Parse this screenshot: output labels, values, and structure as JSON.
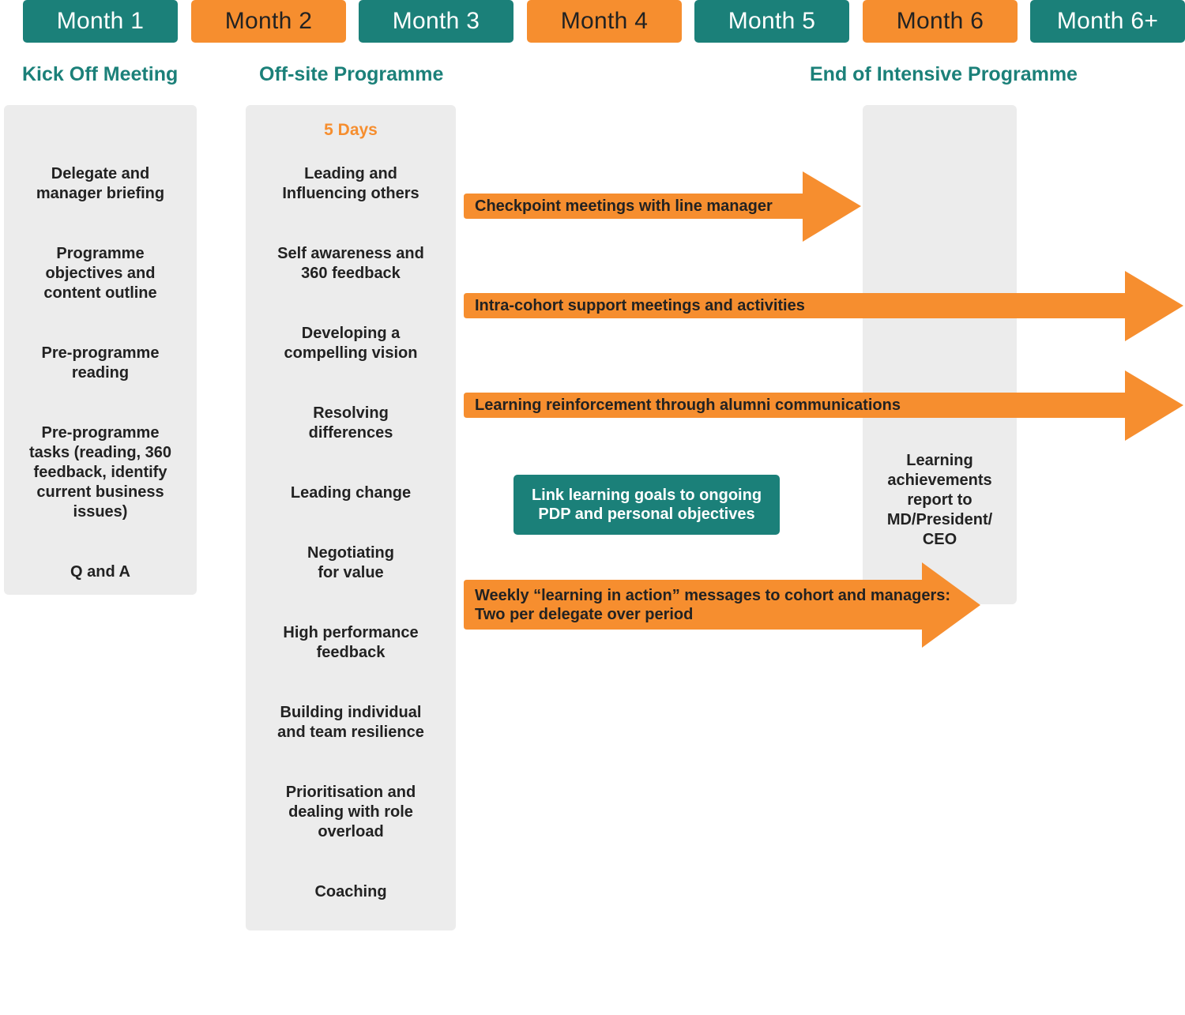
{
  "months": [
    {
      "label": "Month 1",
      "color": "#1b8079"
    },
    {
      "label": "Month 2",
      "color": "#f68e2f"
    },
    {
      "label": "Month 3",
      "color": "#1b8079"
    },
    {
      "label": "Month 4",
      "color": "#f68e2f"
    },
    {
      "label": "Month 5",
      "color": "#1b8079"
    },
    {
      "label": "Month 6",
      "color": "#f68e2f"
    },
    {
      "label": "Month 6+",
      "color": "#1b8079"
    }
  ],
  "phases": {
    "kickoff": "Kick Off Meeting",
    "offsite": "Off-site Programme",
    "end": "End of Intensive Programme"
  },
  "kickoff_items": [
    "Delegate and manager briefing",
    "Programme objectives and content outline",
    "Pre-programme reading",
    "Pre-programme tasks (reading, 360 feedback, identify current business issues)",
    "Q and A"
  ],
  "offsite": {
    "duration": "5 Days",
    "items": [
      "Leading and Influencing others",
      "Self awareness and 360 feedback",
      "Developing a compelling vision",
      "Resolving differences",
      "Leading change",
      "Negotiating for value",
      "High performance feedback",
      "Building individual and team resilience",
      "Prioritisation and dealing with role overload",
      "Coaching"
    ]
  },
  "end_column": {
    "text": "Learning achievements report to MD/President/ CEO"
  },
  "arrows": {
    "checkpoint": "Checkpoint meetings with line manager",
    "intra_cohort": "Intra-cohort support meetings and activities",
    "reinforcement": "Learning reinforcement through alumni communications",
    "weekly_line1": "Weekly “learning in action” messages to cohort and managers:",
    "weekly_line2": "Two per delegate over period"
  },
  "link_box": {
    "line1": "Link learning goals to ongoing",
    "line2": "PDP and personal objectives"
  },
  "colors": {
    "teal": "#1b8079",
    "orange": "#f68e2f",
    "panel": "#ececec"
  }
}
